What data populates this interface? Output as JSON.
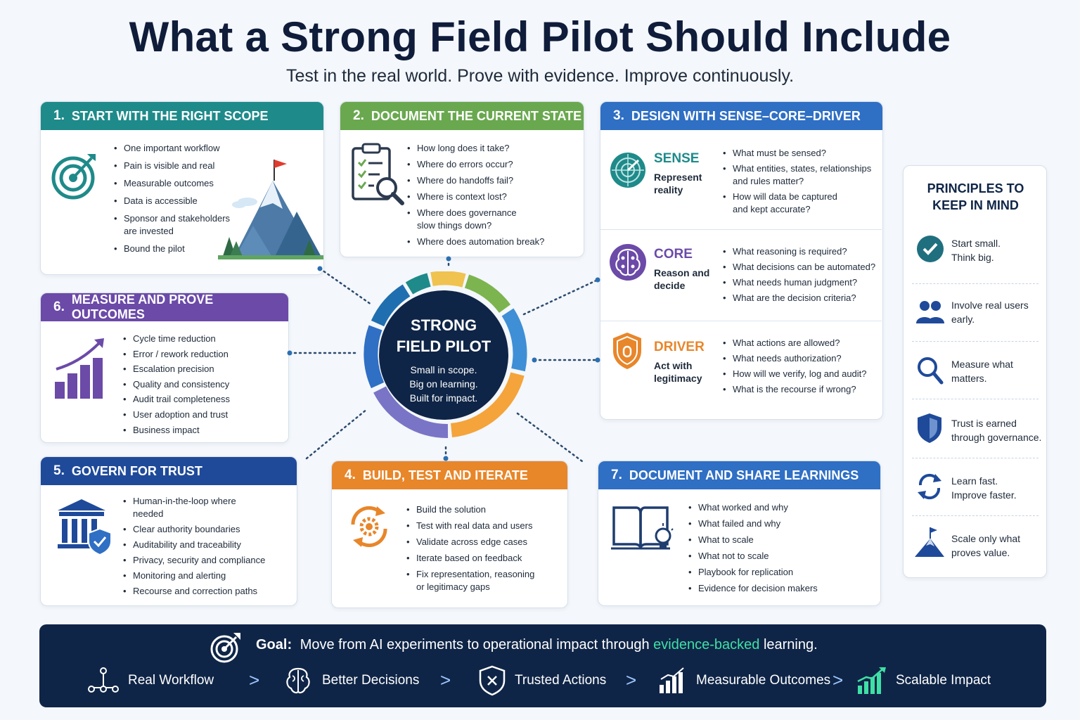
{
  "header": {
    "title": "What a Strong Field Pilot Should Include",
    "subtitle": "Test in the real world. Prove with evidence. Improve continuously."
  },
  "colors": {
    "teal": "#1f8a8a",
    "green": "#6aa84f",
    "blue": "#2f6fc4",
    "purple": "#6b4aa8",
    "navy": "#1f4a9a",
    "orange": "#e8862a",
    "dark": "#0f2547",
    "accent_green": "#3fe0a6"
  },
  "cards": {
    "scope": {
      "num": "1.",
      "title": "START WITH THE RIGHT SCOPE",
      "items": [
        "One important workflow",
        "Pain is visible and real",
        "Measurable outcomes",
        "Data is accessible",
        "Sponsor and stakeholders are invested",
        "Bound the pilot"
      ],
      "icons": [
        "target-icon",
        "mountain-flag-icon"
      ]
    },
    "current_state": {
      "num": "2.",
      "title": "DOCUMENT THE CURRENT STATE",
      "items": [
        "How long does it take?",
        "Where do errors occur?",
        "Where do handoffs fail?",
        "Where is context lost?",
        "Where does governance slow things down?",
        "Where does automation break?"
      ],
      "icons": [
        "clipboard-magnifier-icon"
      ]
    },
    "design": {
      "num": "3.",
      "title": "DESIGN WITH SENSE–CORE–DRIVER",
      "sense": {
        "name": "SENSE",
        "desc": "Represent reality",
        "items": [
          "What must be sensed?",
          "What entities, states, relationships and rules matter?",
          "How will data be captured and kept accurate?"
        ]
      },
      "core": {
        "name": "CORE",
        "desc": "Reason and decide",
        "items": [
          "What reasoning is required?",
          "What decisions can be automated?",
          "What needs human judgment?",
          "What are the decision criteria?"
        ]
      },
      "driver": {
        "name": "DRIVER",
        "desc": "Act with legitimacy",
        "items": [
          "What actions are allowed?",
          "What needs authorization?",
          "How will we verify, log and audit?",
          "What is the recourse if wrong?"
        ]
      }
    },
    "measure": {
      "num": "6.",
      "title": "MEASURE AND PROVE OUTCOMES",
      "items": [
        "Cycle time reduction",
        "Error / rework reduction",
        "Escalation precision",
        "Quality and consistency",
        "Audit trail completeness",
        "User adoption and trust",
        "Business impact"
      ],
      "icons": [
        "growth-chart-icon"
      ]
    },
    "govern": {
      "num": "5.",
      "title": "GOVERN FOR TRUST",
      "items": [
        "Human-in-the-loop where needed",
        "Clear authority boundaries",
        "Auditability and traceability",
        "Privacy, security and compliance",
        "Monitoring and alerting",
        "Recourse and correction paths"
      ],
      "icons": [
        "institution-shield-icon"
      ]
    },
    "build": {
      "num": "4.",
      "title": "BUILD, TEST AND ITERATE",
      "items": [
        "Build the solution",
        "Test with real data and users",
        "Validate across edge cases",
        "Iterate based on feedback",
        "Fix representation, reasoning or legitimacy gaps"
      ],
      "icons": [
        "cycle-gear-icon"
      ]
    },
    "learnings": {
      "num": "7.",
      "title": "DOCUMENT AND SHARE LEARNINGS",
      "items": [
        "What worked and why",
        "What failed and why",
        "What to scale",
        "What not to scale",
        "Playbook for replication",
        "Evidence for decision makers"
      ],
      "icons": [
        "book-lightbulb-icon"
      ]
    }
  },
  "center": {
    "title_line1": "STRONG",
    "title_line2": "FIELD PILOT",
    "sub_line1": "Small in scope.",
    "sub_line2": "Big on learning.",
    "sub_line3": "Built for impact."
  },
  "principles": {
    "title_line1": "PRINCIPLES TO",
    "title_line2": "KEEP IN MIND",
    "items": [
      {
        "text": "Start small. Think big.",
        "icon": "check-circle-icon"
      },
      {
        "text": "Involve real users early.",
        "icon": "users-icon"
      },
      {
        "text": "Measure what matters.",
        "icon": "magnifier-icon"
      },
      {
        "text": "Trust is earned through governance.",
        "icon": "shield-icon"
      },
      {
        "text": "Learn fast. Improve faster.",
        "icon": "refresh-icon"
      },
      {
        "text": "Scale only what proves value.",
        "icon": "mountain-flag-icon"
      }
    ]
  },
  "goal": {
    "label": "Goal:",
    "text_before": "Move from AI experiments to operational impact through",
    "highlight": "evidence-backed",
    "text_after": "learning.",
    "flow": [
      {
        "label": "Real Workflow",
        "icon": "workflow-nodes-icon"
      },
      {
        "label": "Better Decisions",
        "icon": "brain-icon"
      },
      {
        "label": "Trusted Actions",
        "icon": "shield-x-icon"
      },
      {
        "label": "Measurable Outcomes",
        "icon": "bar-chart-icon"
      },
      {
        "label": "Scalable Impact",
        "icon": "growth-chart-icon"
      }
    ],
    "arrow": ">"
  }
}
